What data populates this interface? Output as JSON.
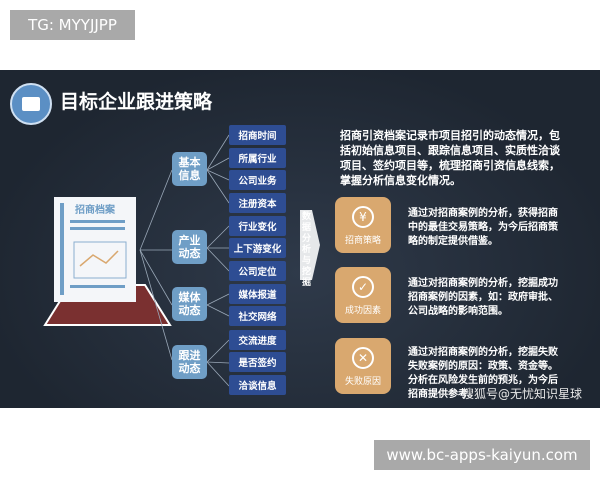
{
  "top_tag": "TG: MYYJJPP",
  "bottom_tag": "www.bc-apps-kaiyun.com",
  "title": "目标企业跟进策略",
  "doc_label": "招商档案",
  "categories": [
    {
      "label": "基本信息",
      "items": [
        "招商时间",
        "所属行业",
        "公司业务",
        "注册资本"
      ]
    },
    {
      "label": "产业动态",
      "items": [
        "行业变化",
        "上下游变化",
        "公司定位"
      ]
    },
    {
      "label": "媒体动态",
      "items": [
        "媒体报道",
        "社交网络"
      ]
    },
    {
      "label": "跟进动态",
      "items": [
        "交流进度",
        "是否签约",
        "洽谈信息"
      ]
    }
  ],
  "arrow_label": "数据分析与挖掘",
  "summary": "招商引资档案记录市项目招引的动态情况，包括初始信息项目、跟踪信息项目、实质性洽谈项目、签约项目等，梳理招商引资信息线索，掌握分析信息变化情况。",
  "cards": [
    {
      "label": "招商策略",
      "icon": "yen-cycle-icon",
      "glyph": "¥",
      "text": "通过对招商案例的分析，获得招商中的最佳交易策略，为今后招商策略的制定提供借鉴。"
    },
    {
      "label": "成功因素",
      "icon": "check-circle-icon",
      "glyph": "✓",
      "text": "通过对招商案例的分析，挖掘成功招商案例的因素，如：政府审批、公司战略的影响范围。"
    },
    {
      "label": "失败原因",
      "icon": "x-circle-icon",
      "glyph": "✕",
      "text": "通过对招商案例的分析，挖掘失败失败案例的原因：政策、资金等。分析在风险发生前的预兆，为今后招商提供参考。"
    }
  ],
  "watermark": "搜狐号@无忧知识星球",
  "colors": {
    "background": "#1e2631",
    "leaf": "#2e4d93",
    "category": "#6f9ec6",
    "card": "#d9a86f"
  }
}
